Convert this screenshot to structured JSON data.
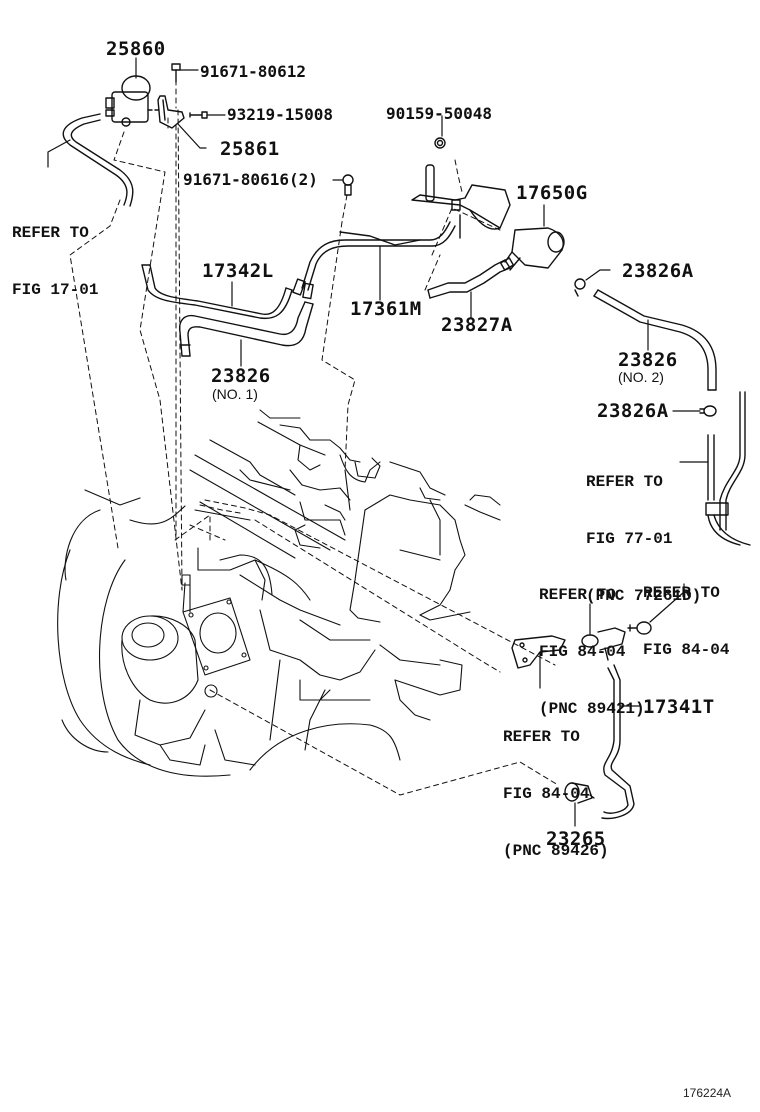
{
  "diagram": {
    "figure_code": "176224A",
    "parts": [
      {
        "id": "25860",
        "label": "25860"
      },
      {
        "id": "91671-80612",
        "label": "91671-80612"
      },
      {
        "id": "93219-15008",
        "label": "93219-15008"
      },
      {
        "id": "25861",
        "label": "25861"
      },
      {
        "id": "91671-80616",
        "label": "91671-80616(2)"
      },
      {
        "id": "90159-50048",
        "label": "90159-50048"
      },
      {
        "id": "17650G",
        "label": "17650G"
      },
      {
        "id": "17342L",
        "label": "17342L"
      },
      {
        "id": "17361M",
        "label": "17361M"
      },
      {
        "id": "23827A",
        "label": "23827A"
      },
      {
        "id": "23826A-top",
        "label": "23826A"
      },
      {
        "id": "23826-no2",
        "label": "23826",
        "note": "(NO. 2)"
      },
      {
        "id": "23826-no1",
        "label": "23826",
        "note": "(NO. 1)"
      },
      {
        "id": "23826A-mid",
        "label": "23826A"
      },
      {
        "id": "17341T",
        "label": "17341T"
      },
      {
        "id": "23265",
        "label": "23265"
      }
    ],
    "references": [
      {
        "id": "ref-17-01",
        "line1": "REFER TO",
        "line2": "FIG 17-01"
      },
      {
        "id": "ref-77-01",
        "line1": "REFER TO",
        "line2": "FIG 77-01",
        "line3": "(PNC 77261D)"
      },
      {
        "id": "ref-84-04-a",
        "line1": "REFER TO",
        "line2": "FIG 84-04",
        "line3": "(PNC 89421)"
      },
      {
        "id": "ref-84-04-b",
        "line1": "REFER TO",
        "line2": "FIG 84-04"
      },
      {
        "id": "ref-84-04-c",
        "line1": "REFER TO",
        "line2": "FIG 84-04",
        "line3": "(PNC 89426)"
      }
    ]
  }
}
